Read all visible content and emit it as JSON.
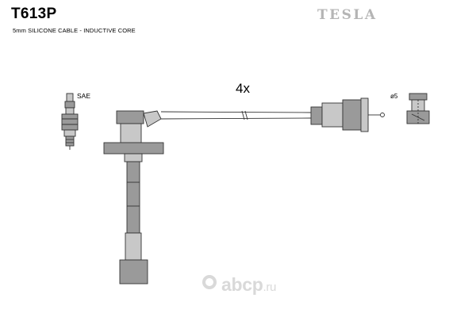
{
  "header": {
    "part_number": "T613P",
    "description": "5mm SILICONE CABLE - INDUCTIVE CORE",
    "brand": "TESLA"
  },
  "labels": {
    "quantity": "4x",
    "plug_type": "SAE",
    "terminal_diameter": "ø5"
  },
  "watermark": {
    "name": "abcp",
    "tld": ".ru"
  },
  "colors": {
    "line": "#333333",
    "fill_dark": "#9a9a9a",
    "fill_light": "#c8c8c8",
    "brand": "#b5b5b5",
    "watermark": "#d9d9d9"
  }
}
